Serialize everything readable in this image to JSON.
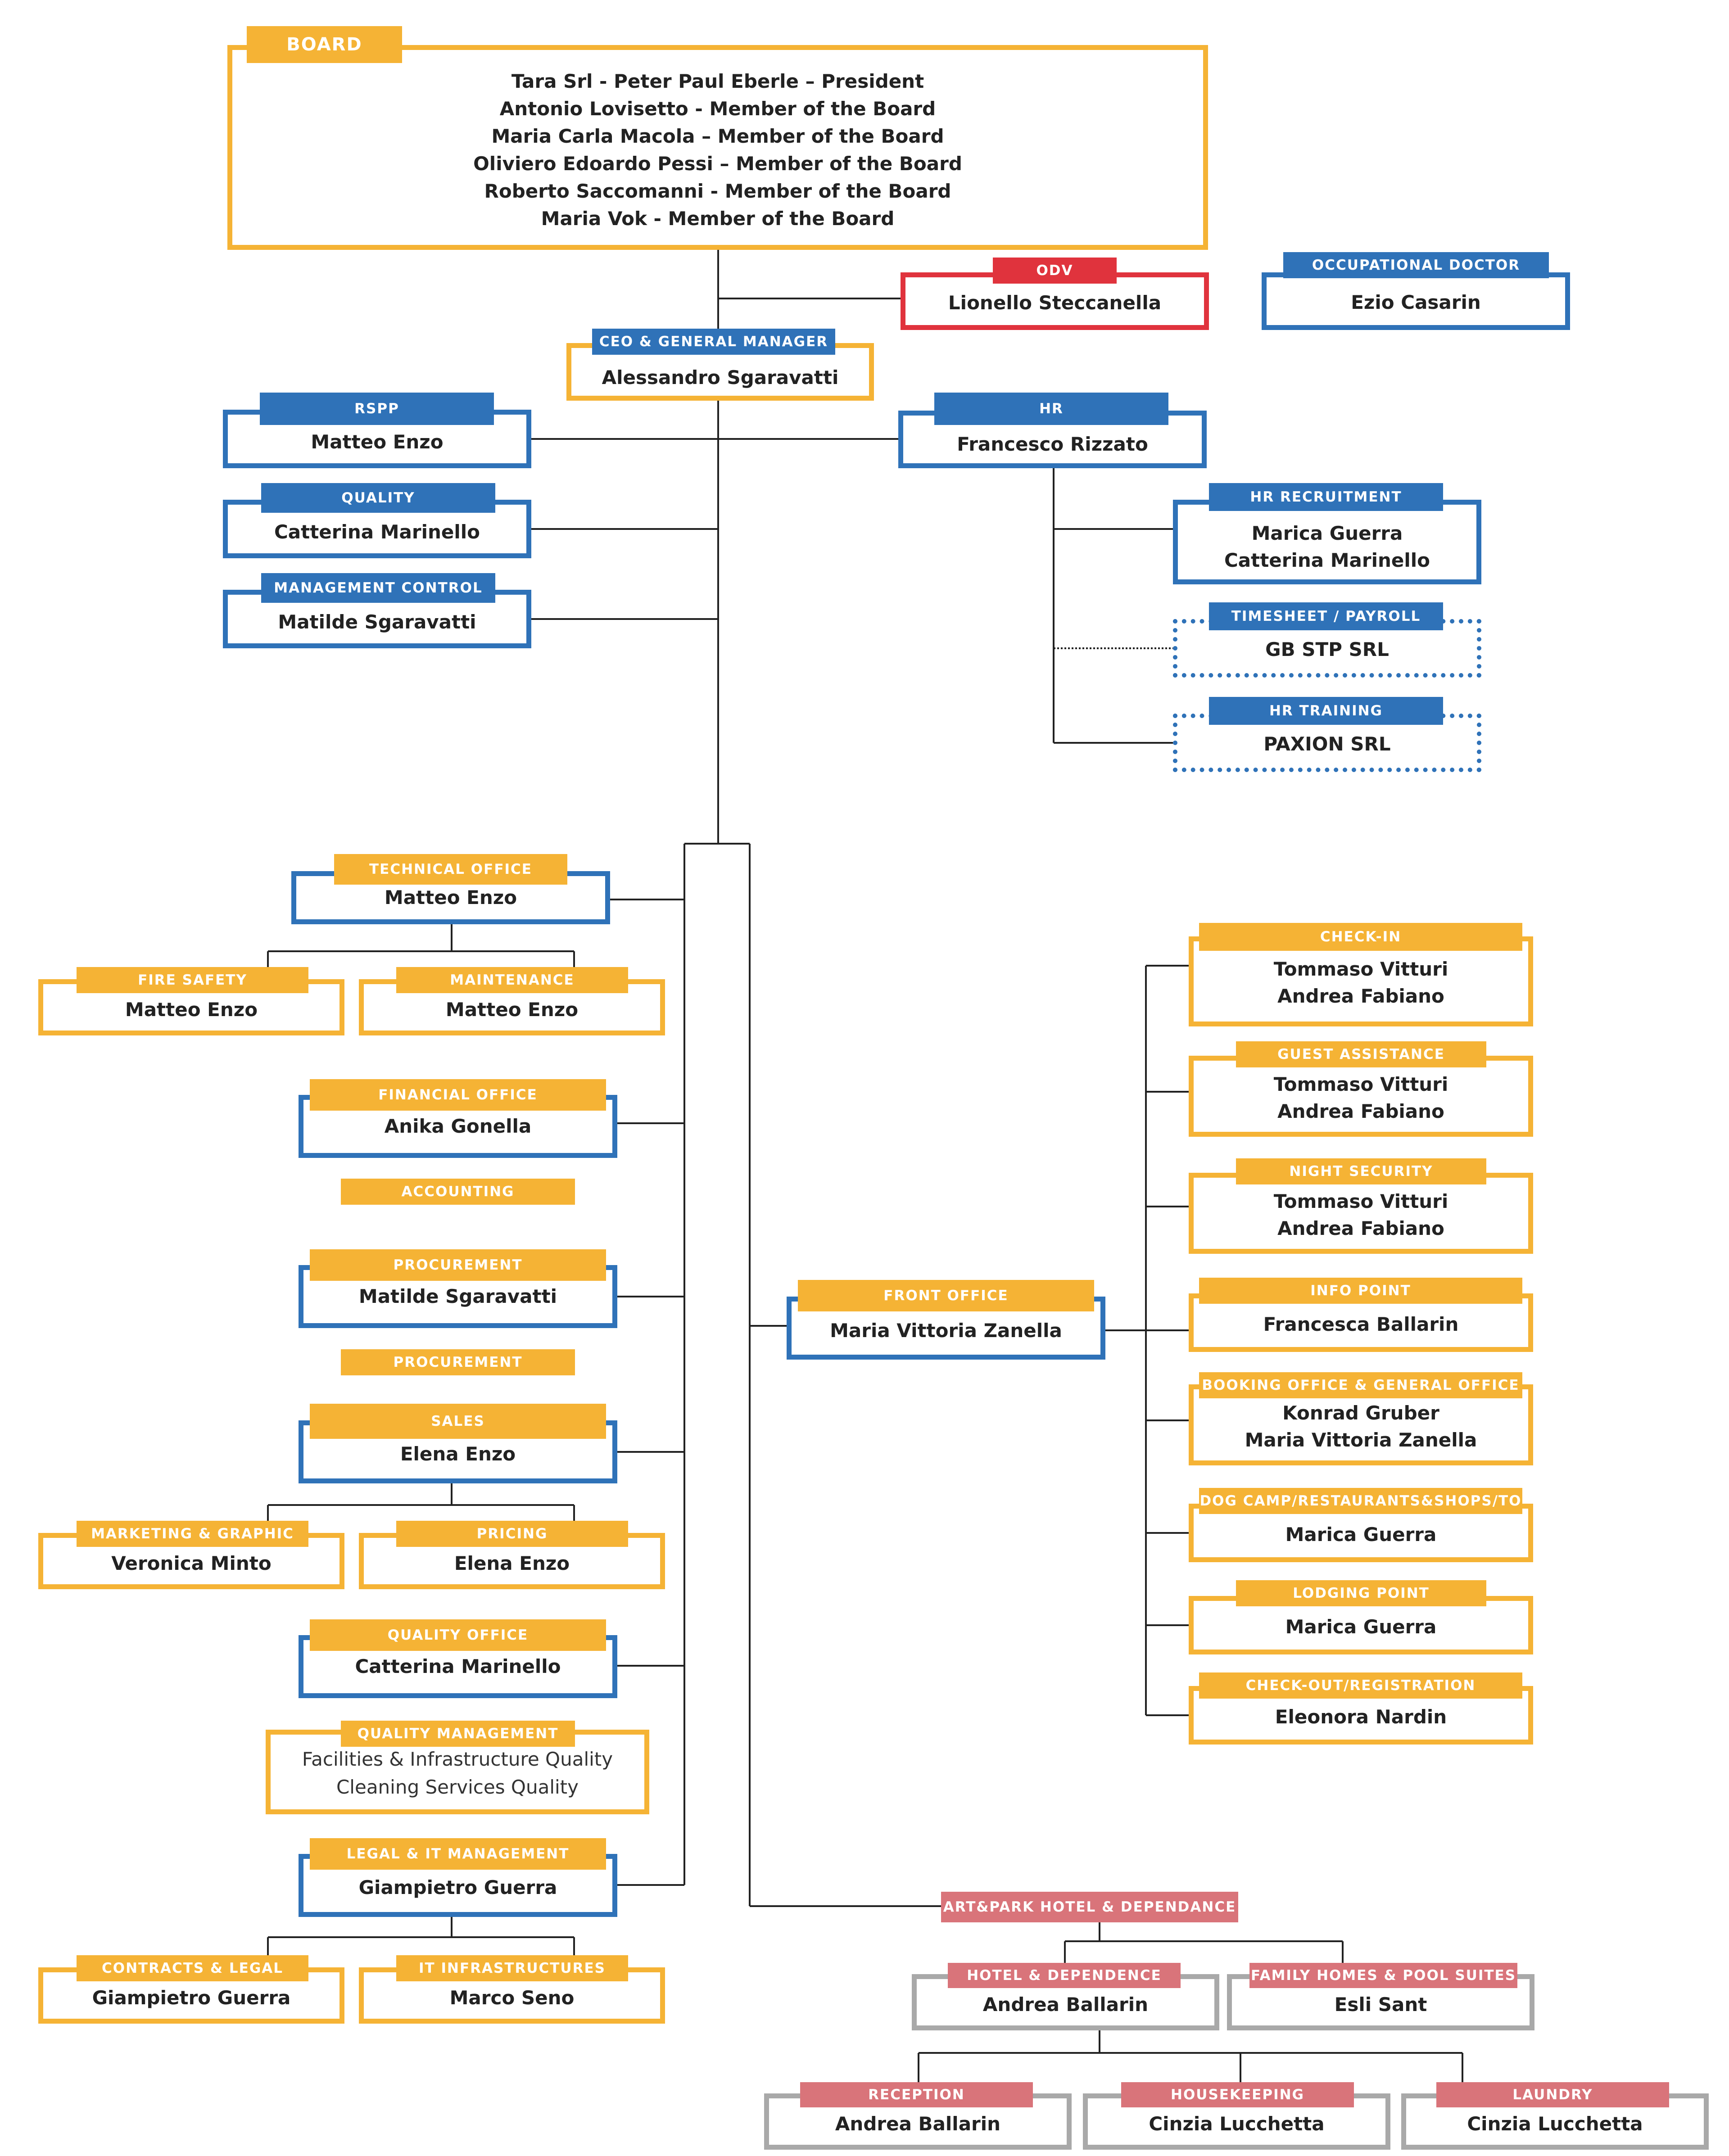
{
  "colors": {
    "yellow": "#F5B335",
    "blue": "#2F72B8",
    "red": "#E0333D",
    "pink": "#D9747A",
    "grey": "#A9A9A9",
    "line": "#222222"
  },
  "board": {
    "label": "BOARD",
    "members": [
      "Tara Srl - Peter Paul Eberle – President",
      "Antonio Lovisetto - Member of the Board",
      "Maria Carla Macola – Member of the Board",
      "Oliviero Edoardo Pessi – Member of the Board",
      "Roberto Saccomanni - Member of the Board",
      "Maria Vok - Member of the Board"
    ]
  },
  "odv": {
    "label": "ODV",
    "name": "Lionello Steccanella"
  },
  "occupational_doctor": {
    "label": "OCCUPATIONAL DOCTOR",
    "name": "Ezio Casarin"
  },
  "ceo": {
    "label": "CEO & GENERAL MANAGER",
    "name": "Alessandro Sgaravatti"
  },
  "rspp": {
    "label": "RSPP",
    "name": "Matteo Enzo"
  },
  "quality": {
    "label": "QUALITY",
    "name": "Catterina Marinello"
  },
  "management_control": {
    "label": "MANAGEMENT CONTROL",
    "name": "Matilde Sgaravatti"
  },
  "hr": {
    "label": "HR",
    "name": "Francesco Rizzato"
  },
  "hr_recruitment": {
    "label": "HR RECRUITMENT",
    "names": [
      "Marica Guerra",
      "Catterina Marinello"
    ]
  },
  "timesheet": {
    "label": "TIMESHEET / PAYROLL",
    "name": "GB STP SRL"
  },
  "hr_training": {
    "label": "HR TRAINING",
    "name": "PAXION SRL"
  },
  "technical_office": {
    "label": "TECHNICAL OFFICE",
    "name": "Matteo Enzo"
  },
  "fire_safety": {
    "label": "FIRE SAFETY",
    "name": "Matteo Enzo"
  },
  "maintenance": {
    "label": "MAINTENANCE",
    "name": "Matteo Enzo"
  },
  "financial_office": {
    "label": "FINANCIAL OFFICE",
    "name": "Anika Gonella"
  },
  "accounting": {
    "label": "ACCOUNTING"
  },
  "procurement": {
    "label": "PROCUREMENT",
    "name": "Matilde Sgaravatti"
  },
  "procurement_sub": {
    "label": "PROCUREMENT"
  },
  "sales": {
    "label": "SALES",
    "name": "Elena Enzo"
  },
  "marketing": {
    "label": "MARKETING & GRAPHIC",
    "name": "Veronica Minto"
  },
  "pricing": {
    "label": "PRICING",
    "name": "Elena Enzo"
  },
  "quality_office": {
    "label": "QUALITY OFFICE",
    "name": "Catterina Marinello"
  },
  "quality_management": {
    "label": "QUALITY MANAGEMENT",
    "items": [
      "Facilities & Infrastructure Quality",
      "Cleaning Services Quality"
    ]
  },
  "legal_it": {
    "label": "LEGAL & IT MANAGEMENT",
    "name": "Giampietro Guerra"
  },
  "contracts_legal": {
    "label": "CONTRACTS & LEGAL",
    "name": "Giampietro Guerra"
  },
  "it_infrastructures": {
    "label": "IT INFRASTRUCTURES",
    "name": "Marco Seno"
  },
  "front_office": {
    "label": "FRONT OFFICE",
    "name": "Maria Vittoria Zanella"
  },
  "check_in": {
    "label": "CHECK-IN",
    "names": [
      "Tommaso Vitturi",
      "Andrea Fabiano"
    ]
  },
  "guest_assistance": {
    "label": "GUEST ASSISTANCE",
    "names": [
      "Tommaso Vitturi",
      "Andrea Fabiano"
    ]
  },
  "night_security": {
    "label": "NIGHT SECURITY",
    "names": [
      "Tommaso Vitturi",
      "Andrea Fabiano"
    ]
  },
  "info_point": {
    "label": "INFO POINT",
    "name": "Francesca Ballarin"
  },
  "booking_office": {
    "label": "BOOKING OFFICE & GENERAL OFFICE",
    "names": [
      "Konrad Gruber",
      "Maria Vittoria Zanella"
    ]
  },
  "dog_camp": {
    "label": "DOG CAMP/RESTAURANTS&SHOPS/TO",
    "name": "Marica Guerra"
  },
  "lodging_point": {
    "label": "LODGING POINT",
    "name": "Marica Guerra"
  },
  "check_out": {
    "label": "CHECK-OUT/REGISTRATION",
    "name": "Eleonora Nardin"
  },
  "art_park": {
    "label": "ART&PARK HOTEL & DEPENDANCE"
  },
  "hotel_dependence": {
    "label": "HOTEL & DEPENDENCE",
    "name": "Andrea Ballarin"
  },
  "family_homes": {
    "label": "FAMILY HOMES & POOL SUITES",
    "name": "Esli Sant"
  },
  "reception": {
    "label": "RECEPTION",
    "name": "Andrea Ballarin"
  },
  "housekeeping": {
    "label": "HOUSEKEEPING",
    "name": "Cinzia Lucchetta"
  },
  "laundry": {
    "label": "LAUNDRY",
    "name": "Cinzia Lucchetta"
  }
}
